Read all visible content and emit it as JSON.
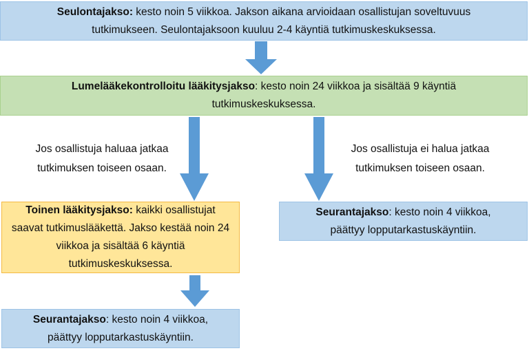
{
  "boxes": {
    "screening": {
      "title": "Seulontajakso:",
      "text": " kesto noin 5 viikkoa. Jakson aikana arvioidaan osallistujan soveltuvuus tutkimukseen. Seulontajaksoon kuuluu 2-4 käyntiä tutkimuskeskuksessa."
    },
    "placebo": {
      "title": "Lumelääkekontrolloitu lääkitysjakso",
      "text": ": kesto noin 24 viikkoa ja sisältää 9 käyntiä tutkimuskeskuksessa."
    },
    "second": {
      "title": "Toinen lääkitysjakso:",
      "text": " kaikki osallistujat saavat tutkimuslääkettä. Jakso kestää noin 24 viikkoa ja sisältää 6 käyntiä tutkimuskeskuksessa."
    },
    "followup_right": {
      "title": "Seurantajakso",
      "text": ": kesto noin 4 viikkoa, päättyy lopputarkastuskäyntiin."
    },
    "followup_left": {
      "title": "Seurantajakso",
      "text": ": kesto noin 4 viikkoa, päättyy lopputarkastuskäyntiin."
    }
  },
  "labels": {
    "continue": "Jos osallistuja haluaa jatkaa tutkimuksen toiseen osaan.",
    "not_continue": "Jos osallistuja ei halua jatkaa tutkimuksen toiseen osaan."
  },
  "colors": {
    "arrow": "#5b9bd5",
    "blue": "#bdd7ee",
    "green": "#c5e0b4",
    "yellow": "#ffe699"
  }
}
